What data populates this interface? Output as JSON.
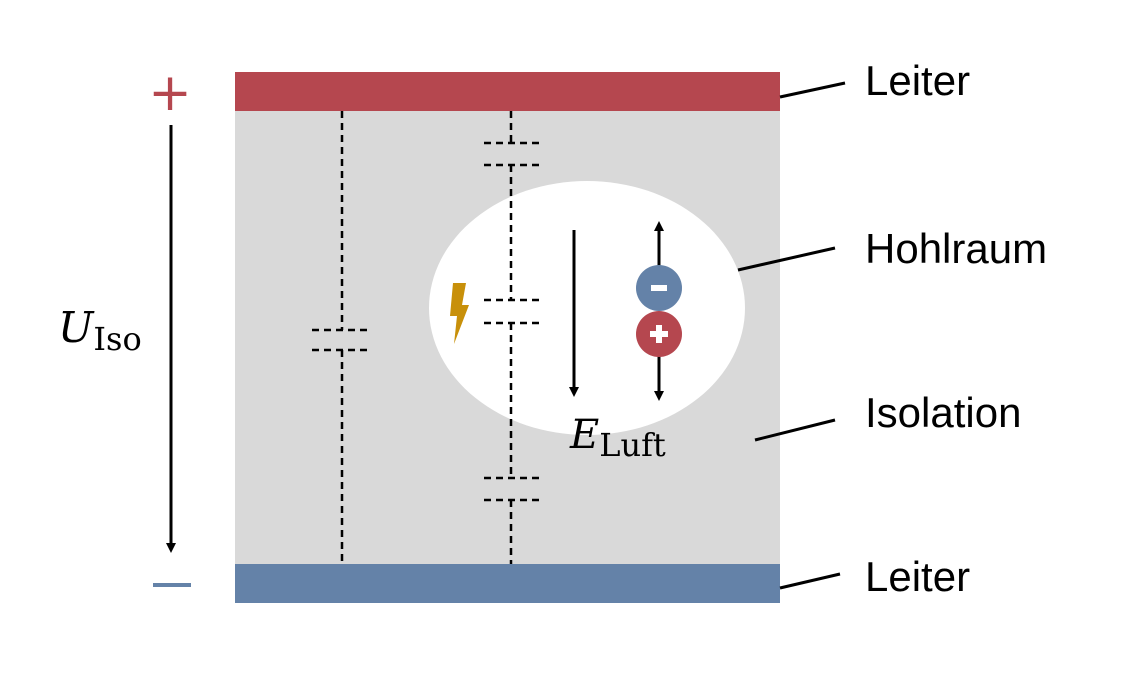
{
  "labels": {
    "top_conductor": "Leiter",
    "cavity": "Hohlraum",
    "insulation": "Isolation",
    "bottom_conductor": "Leiter"
  },
  "voltage": {
    "symbol": "U",
    "subscript": "Iso",
    "plus": "+",
    "minus": "−"
  },
  "field": {
    "symbol": "E",
    "subscript": "Luft"
  },
  "charges": {
    "negative": "−",
    "positive": "+"
  },
  "colors": {
    "positive": "#b5474f",
    "negative": "#6482a8",
    "insulation": "#d9d9d9",
    "cavity": "#ffffff",
    "discharge": "#c8900a"
  },
  "icons": {
    "discharge": "lightning-bolt-icon"
  }
}
